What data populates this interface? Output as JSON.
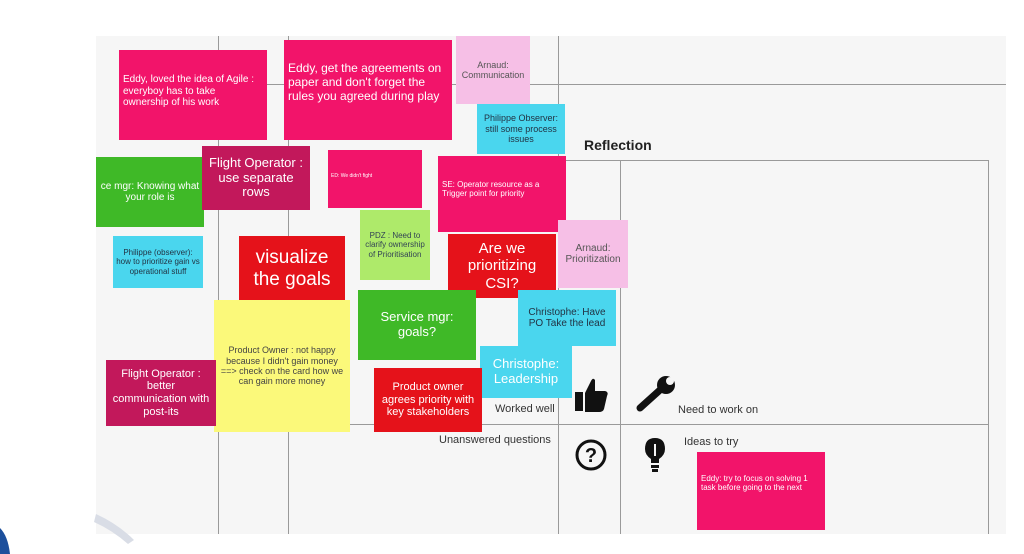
{
  "board": {
    "reflection_title": "Reflection",
    "quadrants": {
      "worked_well": "Worked well",
      "need_to_work_on": "Need to work on",
      "unanswered": "Unanswered  questions",
      "ideas": "Ideas to try"
    }
  },
  "colors": {
    "pink": "#f2146a",
    "magenta": "#c2185b",
    "red": "#e5121a",
    "green": "#3fb927",
    "cyan": "#4ad6ee",
    "yellow": "#fbf97a",
    "lightpink": "#f6bfe6",
    "lightgreen": "#aeea6a"
  },
  "icons": {
    "thumbs_up": "thumbs-up-icon",
    "wrench": "wrench-icon",
    "question": "question-circle-icon",
    "lightbulb": "lightbulb-icon"
  },
  "notes": {
    "eddy_agile": "Eddy, loved the idea of Agile : everyboy has to take ownership of his work",
    "eddy_agreements": "Eddy, get the agreements on paper and don't forget the rules you agreed during play",
    "arnaud_comm": "Arnaud: Communication",
    "philippe_process": "Philippe Observer: still some process issues",
    "ce_mgr": "ce mgr: Knowing what your role is",
    "flight_rows": "Flight Operator : use separate rows",
    "ed_flight": "ED: We didn't fight",
    "se_operator": "SE: Operator resource as a Trigger point for priority",
    "philippe_prioritize": "Philippe (observer): how to prioritize gain vs operational stuff",
    "pdz": "PDZ : Need to clarify ownership of Prioritisation",
    "visualize": "visualize the goals",
    "are_we": "Are we prioritizing CSI?",
    "arnaud_prio": "Arnaud: Prioritization",
    "service_mgr": "Service mgr: goals?",
    "christophe_po": "Christophe: Have PO Take the lead",
    "product_owner_yellow": "Product Owner : not happy because I didn't gain money ==> check on the card how we can gain more money",
    "christophe_leader": "Christophe: Leadership",
    "flight_comm": "Flight Operator : better communication with post-its",
    "product_owner_red": "Product owner agrees priority with key stakeholders",
    "eddy_focus": "Eddy: try to focus on solving 1 task before going to the next"
  }
}
